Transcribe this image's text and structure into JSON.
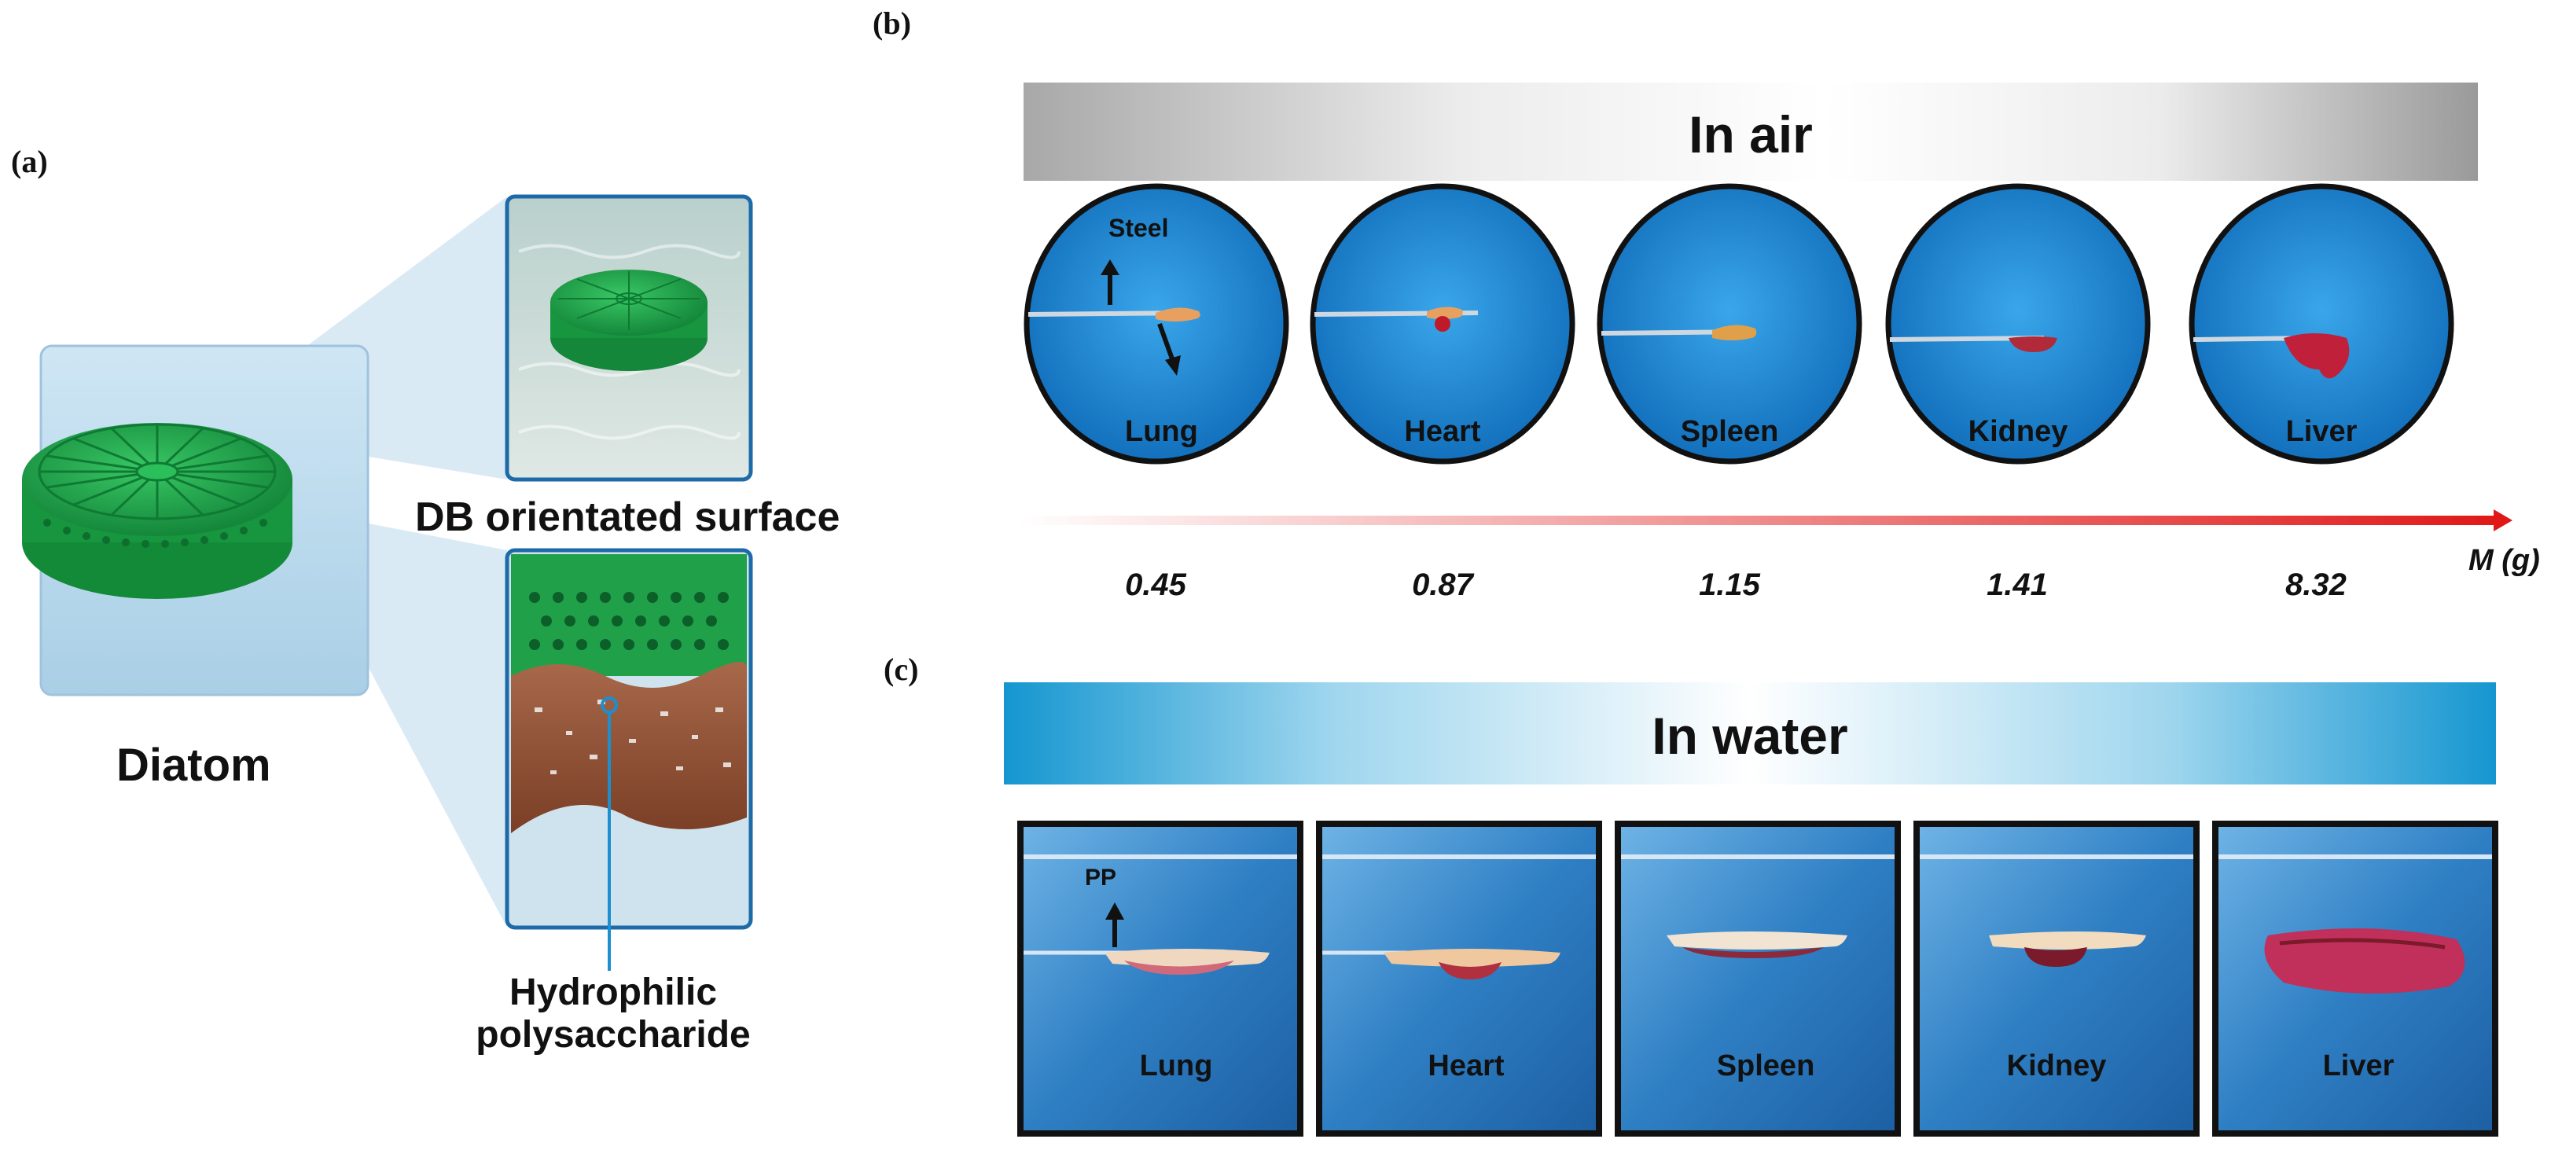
{
  "panel_a": {
    "label": "(a)",
    "diatom_label": "Diatom",
    "top_callout": "DB orientated surface",
    "bottom_callout_line1": "Hydrophilic",
    "bottom_callout_line2": "polysaccharide",
    "colors": {
      "diatom_green": "#22a84a",
      "panel_blue": "#bcd9ec",
      "callout_border": "#1c6aa8",
      "tissue_brown": "#9a5a3c"
    }
  },
  "panel_b": {
    "label": "(b)",
    "banner": "In air",
    "steel_label": "Steel",
    "organs": [
      "Lung",
      "Heart",
      "Spleen",
      "Kidney",
      "Liver"
    ],
    "masses": [
      "0.45",
      "0.87",
      "1.15",
      "1.41",
      "8.32"
    ],
    "axis_label": "M (g)",
    "colors": {
      "banner_gray": "#9a9a9a",
      "arrow_red": "#e02020",
      "disc_blue": "#2a8fd6"
    }
  },
  "panel_c": {
    "label": "(c)",
    "banner": "In water",
    "pp_label": "PP",
    "organs": [
      "Lung",
      "Heart",
      "Spleen",
      "Kidney",
      "Liver"
    ],
    "colors": {
      "banner_blue": "#1aa0d8",
      "photo_blue": "#2f7fc4"
    }
  }
}
